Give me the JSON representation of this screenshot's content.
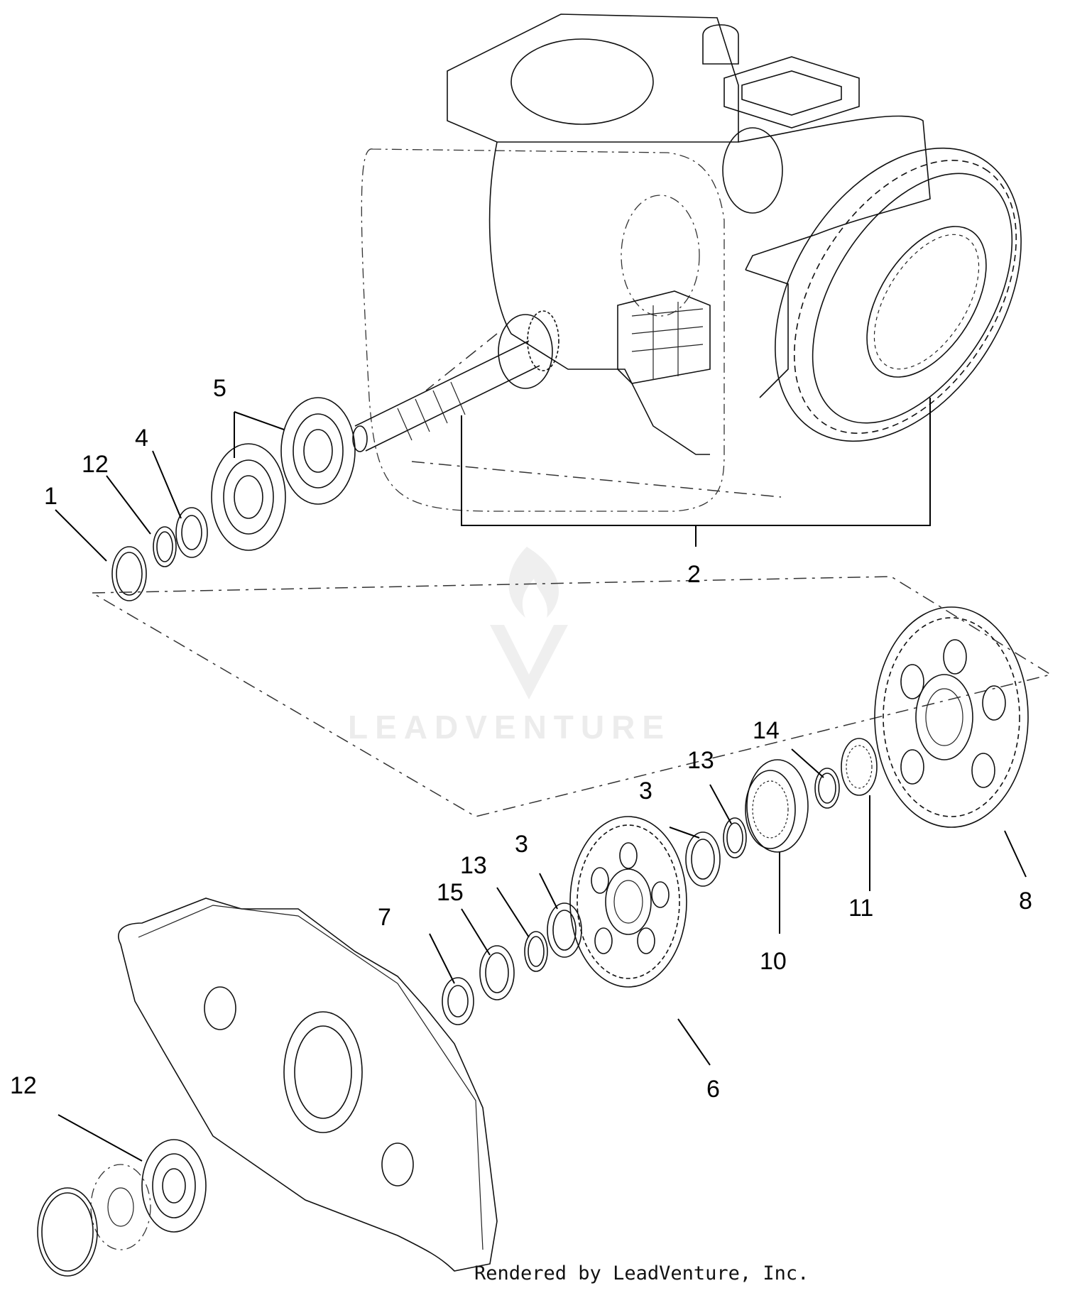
{
  "watermark": {
    "brand": "LEADVENTURE"
  },
  "footer": {
    "credit": "Rendered by LeadVenture, Inc."
  },
  "callouts": [
    {
      "id": "c1",
      "label": "1"
    },
    {
      "id": "c12a",
      "label": "12"
    },
    {
      "id": "c4",
      "label": "4"
    },
    {
      "id": "c5",
      "label": "5"
    },
    {
      "id": "c2",
      "label": "2"
    },
    {
      "id": "c7",
      "label": "7"
    },
    {
      "id": "c15",
      "label": "15"
    },
    {
      "id": "c13a",
      "label": "13"
    },
    {
      "id": "c3a",
      "label": "3"
    },
    {
      "id": "c6",
      "label": "6"
    },
    {
      "id": "c3b",
      "label": "3"
    },
    {
      "id": "c13b",
      "label": "13"
    },
    {
      "id": "c14",
      "label": "14"
    },
    {
      "id": "c10",
      "label": "10"
    },
    {
      "id": "c11",
      "label": "11"
    },
    {
      "id": "c8",
      "label": "8"
    },
    {
      "id": "c12b",
      "label": "12"
    }
  ]
}
